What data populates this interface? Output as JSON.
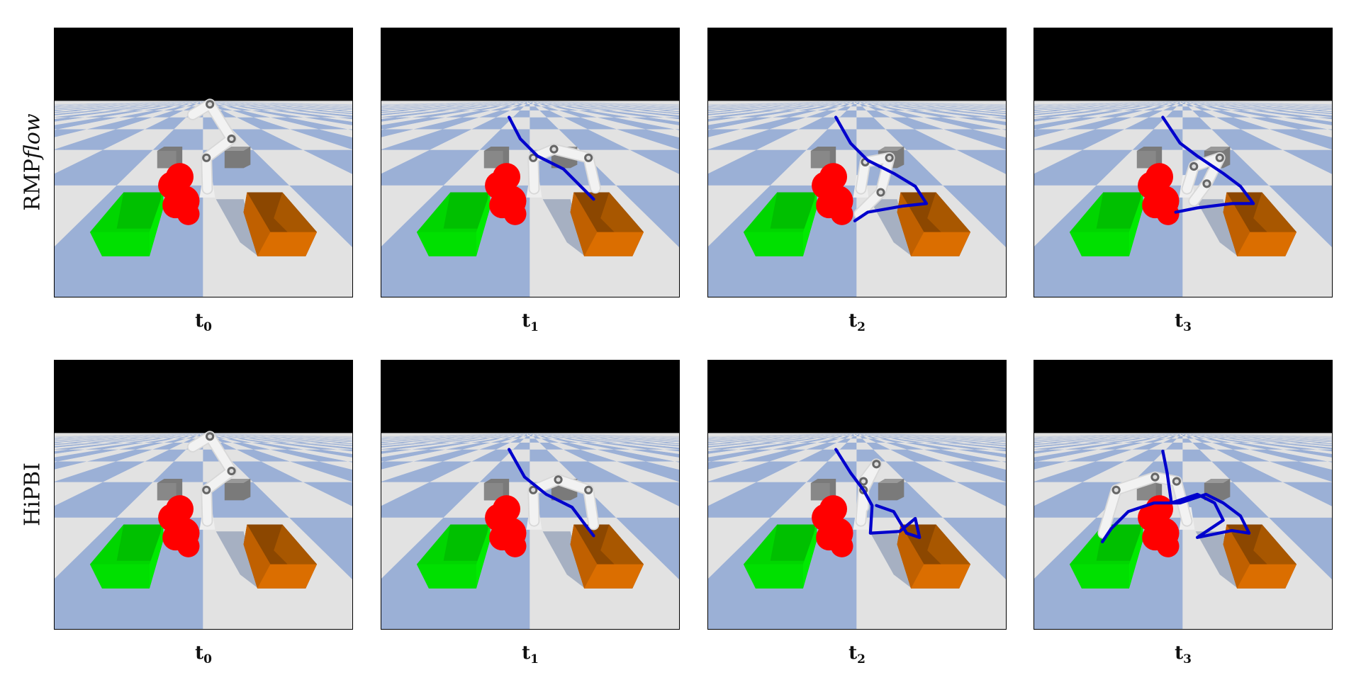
{
  "rows": [
    {
      "label_main": "RMP",
      "label_italic": "flow"
    },
    {
      "label_main": "HiPBI",
      "label_italic": ""
    }
  ],
  "time_labels": [
    {
      "base": "t",
      "sub": "0"
    },
    {
      "base": "t",
      "sub": "1"
    },
    {
      "base": "t",
      "sub": "2"
    },
    {
      "base": "t",
      "sub": "3"
    }
  ],
  "colors": {
    "sky": "#000000",
    "floor_light": "#e2e2e2",
    "floor_blue": "#9bb0d6",
    "green_bin": "#00e000",
    "orange_bin": "#db6e00",
    "obstacle": "#ff0000",
    "cube": "#7a7a7a",
    "trajectory": "#0000cc",
    "robot": "#f2f2f2"
  }
}
